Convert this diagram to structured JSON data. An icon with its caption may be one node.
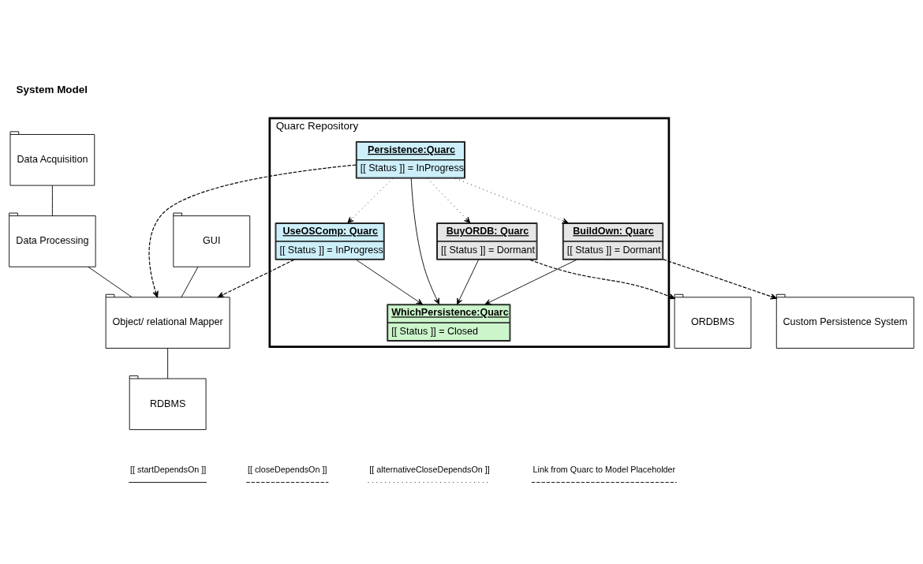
{
  "diagram": {
    "nodes": [
      {
        "text": [
          "Data Acquisition"
        ]
      },
      {
        "text": [
          "GUI"
        ]
      },
      {
        "text": [
          "Data Processing"
        ]
      },
      {
        "text": [
          "Object/ relational Mapper"
        ]
      },
      {
        "text": [
          "RDBMS"
        ]
      },
      {
        "text": [
          "Quarc Repository"
        ]
      },
      {
        "text": [
          "WhichPersistence:Quarc",
          "[[ Status ]] = Closed"
        ],
        "in": 5
      },
      {
        "text": [
          "Persistence:Quarc",
          "[[ Status ]] = InProgress"
        ],
        "in": 5
      },
      {
        "text": [
          "BuildOwn: Quarc",
          "[[ Status ]] = Dormant"
        ],
        "in": 5
      },
      {
        "text": [
          "UseOSComp: Quarc",
          "[[ Status ]] = InProgress"
        ],
        "in": 5
      },
      {
        "text": [
          "BuyORDB: Quarc",
          "[[ Status ]] = Dormant"
        ],
        "in": 5
      },
      {
        "text": [
          "Custom Persistence System"
        ]
      },
      {
        "text": [
          "ORDBMS"
        ]
      }
    ],
    "edges": [
      {
        "from": 0,
        "to": 2,
        "arrow": "none"
      },
      {
        "from": 1,
        "to": 3,
        "arrow": "none"
      },
      {
        "from": 2,
        "to": 3,
        "arrow": "none"
      },
      {
        "from": 3,
        "to": 4,
        "arrow": "none"
      },
      {
        "from": 7,
        "to": 6,
        "arrow": "to"
      },
      {
        "from": 8,
        "to": 6,
        "arrow": "to"
      },
      {
        "from": 9,
        "to": 6,
        "arrow": "to"
      },
      {
        "from": 10,
        "to": 6,
        "arrow": "to"
      },
      {
        "from": 7,
        "to": 8,
        "arrow": "to",
        "style": "dashed"
      },
      {
        "from": 7,
        "to": 9,
        "arrow": "to",
        "style": "dashed"
      },
      {
        "from": 7,
        "to": 10,
        "arrow": "to",
        "style": "dashed"
      },
      {
        "from": 7,
        "to": 3,
        "arrow": "to",
        "style": "dashed"
      },
      {
        "from": 9,
        "to": 3,
        "arrow": "to",
        "style": "dashed"
      },
      {
        "from": 8,
        "to": 11,
        "arrow": "to",
        "style": "dashed"
      },
      {
        "from": 10,
        "to": 12,
        "arrow": "to",
        "style": "dashed"
      }
    ],
    "labels": [
      "System Model"
    ],
    "legend": [
      {
        "text": "[[ startDependsOn ]]"
      },
      {
        "text": "[[ closeDependsOn ]]"
      },
      {
        "text": "[[ alternativeCloseDependsOn ]]"
      },
      {
        "text": "Link from Quarc to Model Placeholder"
      }
    ]
  }
}
